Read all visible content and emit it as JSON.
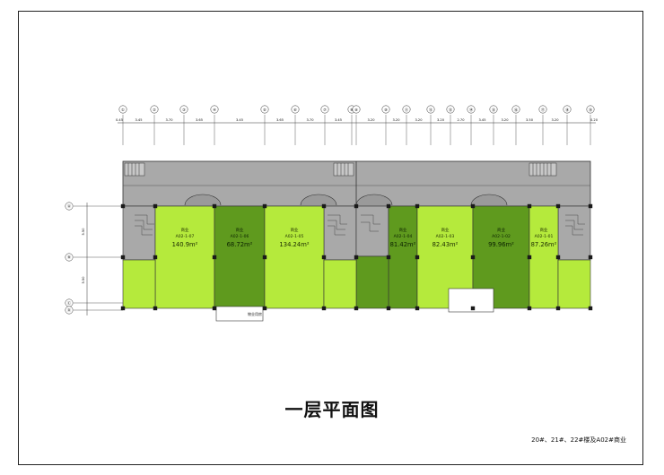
{
  "drawing": {
    "title": "一层平面图",
    "subtitle": "20#、21#、22#楼及A02#商业",
    "axis_labels_top": [
      "①",
      "②",
      "③",
      "④",
      "⑤",
      "⑥",
      "⑦",
      "⑧",
      "⑨",
      "⑩",
      "⑪",
      "⑫",
      "⑬",
      "⑭",
      "⑮",
      "⑯",
      "⑰",
      "⑱",
      "⑲"
    ],
    "dims_top": [
      "3.45",
      "3.70",
      "3.65",
      "3.45",
      "3.65",
      "3.70",
      "3.45",
      "3.20",
      "3.20",
      "3.20",
      "3.20",
      "2.70",
      "3.45",
      "3.20",
      "3.50",
      "3.20"
    ],
    "end_dim_left": "0.45",
    "end_dim_right": "0.20",
    "axis_labels_left": [
      "Ⓐ",
      "Ⓑ",
      "Ⓒ",
      "Ⓓ"
    ],
    "dims_left": [
      "5.50",
      "5.50"
    ],
    "units": [
      {
        "use": "商业",
        "code": "A02-1-07",
        "area": "140.9m²",
        "tone": "light"
      },
      {
        "use": "商业",
        "code": "A02-1-06",
        "area": "68.72m²",
        "tone": "dark"
      },
      {
        "use": "商业",
        "code": "A02-1-05",
        "area": "134.24m²",
        "tone": "light"
      },
      {
        "use": "商业",
        "code": "A02-1-04",
        "area": "81.42m²",
        "tone": "dark"
      },
      {
        "use": "商业",
        "code": "A02-1-03",
        "area": "82.43m²",
        "tone": "light"
      },
      {
        "use": "商业",
        "code": "A02-1-02",
        "area": "99.96m²",
        "tone": "dark"
      },
      {
        "use": "商业",
        "code": "A02-1-01",
        "area": "87.26m²",
        "tone": "light"
      }
    ],
    "small_room_label": "物业用房",
    "colors": {
      "light_green": "#b5ea3c",
      "dark_green": "#5f9a1e",
      "gray": "#a9a9a9",
      "wall": "#1a1a1a"
    }
  }
}
